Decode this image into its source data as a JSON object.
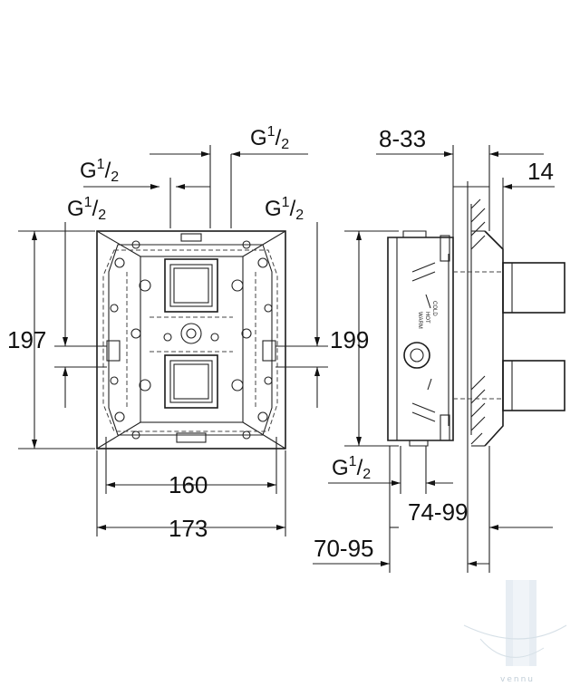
{
  "front_view": {
    "thread_top_right": "G",
    "thread_top_left": "G",
    "thread_upper_left": "G",
    "thread_upper_right": "G",
    "thread_fraction_num": "1",
    "thread_fraction_den": "2",
    "height_left": "197",
    "width_inner": "160",
    "width_outer": "173"
  },
  "side_view": {
    "depth_top": "8-33",
    "depth_right": "14",
    "height_right": "199",
    "thread_bottom": "G",
    "depth_bottom_right": "74-99",
    "depth_bottom_left": "70-95",
    "label_cold": "COLD",
    "label_hot": "HOT",
    "label_warm": "WARM"
  },
  "watermark": {
    "text": "vennu"
  },
  "colors": {
    "line": "#222222",
    "watermark": "#b5c4cf"
  }
}
